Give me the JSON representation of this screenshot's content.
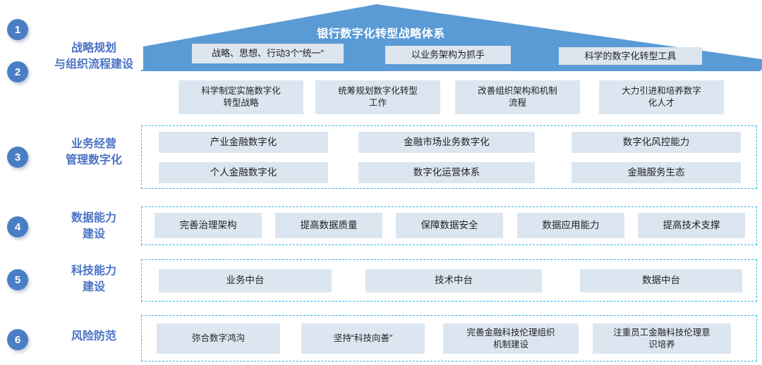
{
  "title": "银行数字化转型战略体系",
  "colors": {
    "badge": "#4a7ec4",
    "rail_label": "#4a72c4",
    "pyramid": "#5b9bd5",
    "chip": "#dce6f1",
    "dashed_border": "#38b6e8"
  },
  "rail": {
    "badges": [
      "1",
      "2",
      "3",
      "4",
      "5",
      "6"
    ],
    "labels": [
      {
        "line1": "战略规划",
        "line2": "与组织流程建设"
      },
      {
        "line1": "业务经营",
        "line2": "管理数字化"
      },
      {
        "line1": "数据能力",
        "line2": "建设"
      },
      {
        "line1": "科技能力",
        "line2": "建设"
      },
      {
        "line1": "风险防范",
        "line2": ""
      }
    ]
  },
  "band_chips": [
    "战略、思想、行动3个“统一”",
    "以业务架构为抓手",
    "科学的数字化转型工具"
  ],
  "row_strategy": [
    "科学制定实施数字化\n转型战略",
    "统筹规划数字化转型\n工作",
    "改善组织架构和机制\n流程",
    "大力引进和培养数字\n化人才"
  ],
  "section_business": {
    "row1": [
      "产业金融数字化",
      "金融市场业务数字化",
      "数字化风控能力"
    ],
    "row2": [
      "个人金融数字化",
      "数字化运营体系",
      "金融服务生态"
    ]
  },
  "section_data": [
    "完善治理架构",
    "提高数据质量",
    "保障数据安全",
    "数据应用能力",
    "提高技术支撑"
  ],
  "section_tech": [
    "业务中台",
    "技术中台",
    "数据中台"
  ],
  "section_risk": [
    "弥合数字鸿沟",
    "坚持“科技向善”",
    "完善金融科技伦理组织\n机制建设",
    "注重员工金融科技伦理意\n识培养"
  ]
}
